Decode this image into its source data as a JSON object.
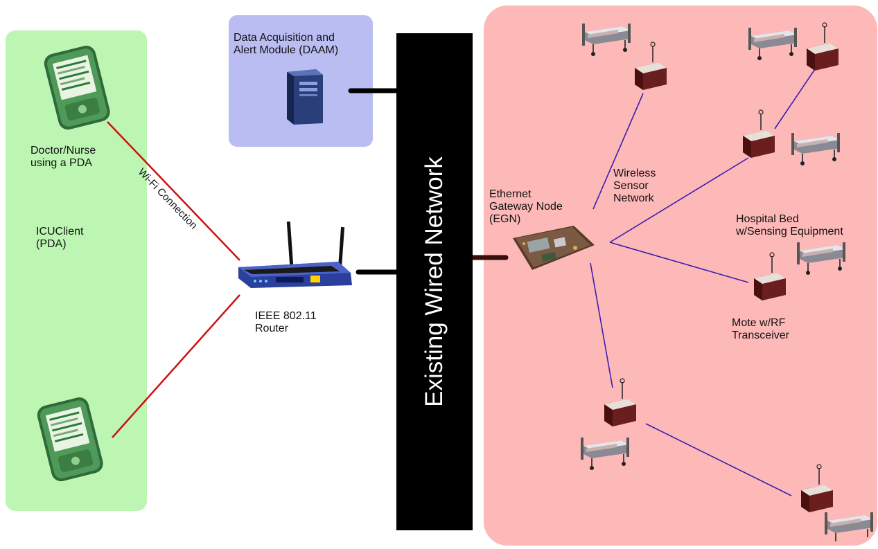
{
  "labels": {
    "daam": "Data Acquisition and\nAlert Module (DAAM)",
    "doctor": "Doctor/Nurse\nusing a PDA",
    "icuclient": "ICUClient\n(PDA)",
    "wifi": "Wi-Fi Connection",
    "router": "IEEE 802.11\nRouter",
    "wired_network": "Existing Wired Network",
    "egn": "Ethernet\nGateway Node\n(EGN)",
    "wsn": "Wireless\nSensor\nNetwork",
    "hospital_bed": "Hospital Bed\nw/Sensing Equipment",
    "mote": "Mote w/RF\nTransceiver"
  },
  "colors": {
    "pda_zone": "#bdf5b3",
    "daam_zone": "#b9bdf2",
    "sensor_zone": "#fdb8b8",
    "wired_bar": "#000000",
    "wifi_line": "#cc1111",
    "sensor_line": "#3a1fb0"
  },
  "icons": [
    "pda-icon",
    "server-tower-icon",
    "wifi-router-icon",
    "gateway-board-icon",
    "mote-icon",
    "hospital-bed-icon"
  ]
}
